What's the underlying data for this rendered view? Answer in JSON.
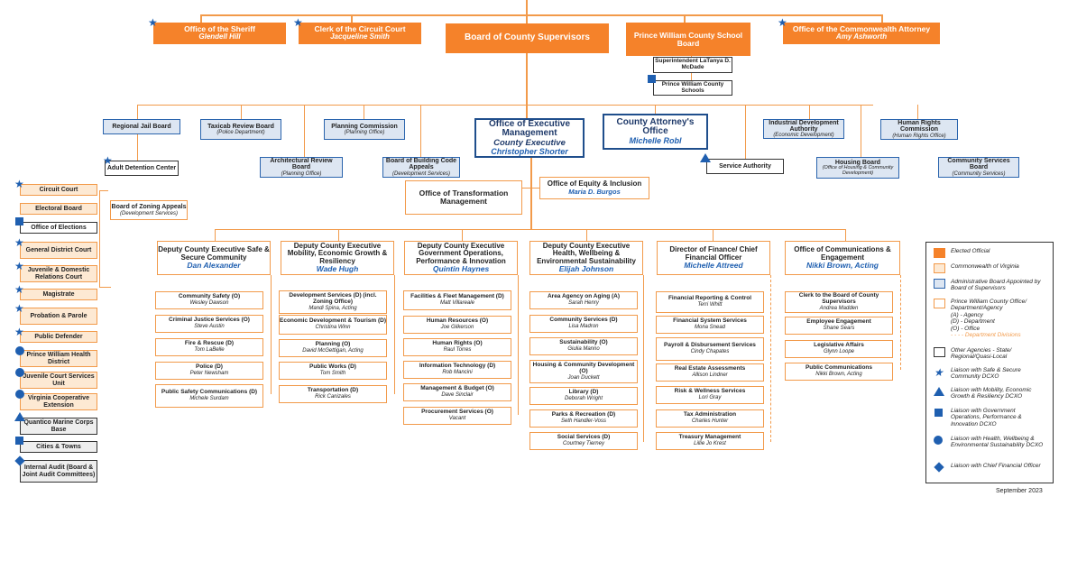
{
  "elected": [
    {
      "name": "Office of the Sheriff",
      "person": "Glendell Hill"
    },
    {
      "name": "Clerk of the Circuit Court",
      "person": "Jacqueline Smith"
    },
    {
      "name": "Board of County Supervisors",
      "person": ""
    },
    {
      "name": "Prince William County School Board",
      "person": ""
    },
    {
      "name": "Office of the Commonwealth Attorney",
      "person": "Amy Ashworth"
    }
  ],
  "school": {
    "superintendent": "Superintendent LaTanya D. McDade",
    "schools": "Prince William County Schools"
  },
  "boards": [
    {
      "name": "Regional Jail Board",
      "sub": ""
    },
    {
      "name": "Taxicab Review Board",
      "sub": "(Police Department)"
    },
    {
      "name": "Architectural Review Board",
      "sub": "(Planning Office)"
    },
    {
      "name": "Planning Commission",
      "sub": "(Planning Office)"
    },
    {
      "name": "Board of Building Code Appeals",
      "sub": "(Development Services)"
    },
    {
      "name": "Industrial Development Authority",
      "sub": "(Economic Development)"
    },
    {
      "name": "Housing Board",
      "sub": "(Office of Housing & Community Development)"
    },
    {
      "name": "Human Rights Commission",
      "sub": "(Human Rights Office)"
    },
    {
      "name": "Community Services Board",
      "sub": "(Community Services)"
    },
    {
      "name": "Board of Zoning Appeals",
      "sub": "(Development Services)"
    }
  ],
  "others": {
    "adult_detention": "Adult Detention Center",
    "service_authority": "Service Authority"
  },
  "oem": {
    "name": "Office of Executive Management",
    "title": "County Executive",
    "person": "Christopher Shorter"
  },
  "attorney": {
    "name": "County Attorney's Office",
    "person": "Michelle Robl"
  },
  "equity": {
    "name": "Office of Equity & Inclusion",
    "person": "Maria D. Burgos"
  },
  "transformation": {
    "name": "Office of Transformation Management"
  },
  "left_column": [
    "Circuit Court",
    "Electoral Board",
    "Office of Elections",
    "General District Court",
    "Juvenile & Domestic Relations Court",
    "Magistrate",
    "Probation & Parole",
    "Public Defender",
    "Prince William Health District",
    "Juvenile Court Services Unit",
    "Virginia Cooperative Extension",
    "Quantico Marine Corps Base",
    "Cities & Towns",
    "Internal Audit (Board & Joint Audit Committees)"
  ],
  "departments": [
    {
      "title": "Deputy County Executive Safe & Secure Community",
      "person": "Dan Alexander",
      "items": [
        {
          "name": "Community Safety (O)",
          "person": "Wesley Dawson"
        },
        {
          "name": "Criminal Justice Services (O)",
          "person": "Steve Austin"
        },
        {
          "name": "Fire & Rescue (D)",
          "person": "Tom LaBelle"
        },
        {
          "name": "Police (D)",
          "person": "Peter Newsham"
        },
        {
          "name": "Public Safety Communications (D)",
          "person": "Michele Surdam"
        }
      ]
    },
    {
      "title": "Deputy County Executive Mobility, Economic Growth & Resiliency",
      "person": "Wade Hugh",
      "items": [
        {
          "name": "Development Services (D) (incl. Zoning Office)",
          "person": "Mandi Spina, Acting"
        },
        {
          "name": "Economic Development & Tourism (D)",
          "person": "Christina Winn"
        },
        {
          "name": "Planning (O)",
          "person": "David McGettigan, Acting"
        },
        {
          "name": "Public Works (D)",
          "person": "Tom Smith"
        },
        {
          "name": "Transportation (D)",
          "person": "Rick Canizales"
        }
      ]
    },
    {
      "title": "Deputy County Executive Government Operations, Performance & Innovation",
      "person": "Quintin Haynes",
      "items": [
        {
          "name": "Facilities & Fleet Management (D)",
          "person": "Matt Villareale"
        },
        {
          "name": "Human Resources (O)",
          "person": "Joe Gilkerson"
        },
        {
          "name": "Human Rights (O)",
          "person": "Raul Torres"
        },
        {
          "name": "Information Technology (D)",
          "person": "Rob Mancini"
        },
        {
          "name": "Management & Budget (O)",
          "person": "Dave Sinclair"
        },
        {
          "name": "Procurement Services (O)",
          "person": "Vacant"
        }
      ]
    },
    {
      "title": "Deputy County Executive Health, Wellbeing & Environmental Sustainability",
      "person": "Elijah Johnson",
      "items": [
        {
          "name": "Area Agency on Aging (A)",
          "person": "Sarah Henry"
        },
        {
          "name": "Community Services (D)",
          "person": "Lisa Madron"
        },
        {
          "name": "Sustainability (O)",
          "person": "Giulia Manno"
        },
        {
          "name": "Housing & Community Development (O)",
          "person": "Joan Duckett"
        },
        {
          "name": "Library (D)",
          "person": "Deborah Wright"
        },
        {
          "name": "Parks & Recreation (D)",
          "person": "Seth Handler-Voss"
        },
        {
          "name": "Social Services (D)",
          "person": "Courtney Tierney"
        }
      ]
    },
    {
      "title": "Director of Finance/ Chief Financial Officer",
      "person": "Michelle Attreed",
      "items": [
        {
          "name": "Financial Reporting & Control",
          "person": "Terri Whitt"
        },
        {
          "name": "Financial System Services",
          "person": "Mona Snead"
        },
        {
          "name": "Payroll & Disbursement Services",
          "person": "Cindy Chapates"
        },
        {
          "name": "Real Estate Assessments",
          "person": "Allison Lindner"
        },
        {
          "name": "Risk & Wellness Services",
          "person": "Lori Gray"
        },
        {
          "name": "Tax Administration",
          "person": "Charles Hunter"
        },
        {
          "name": "Treasury Management",
          "person": "Lillie Jo Krest"
        }
      ]
    },
    {
      "title": "Office of Communications & Engagement",
      "person": "Nikki Brown, Acting",
      "items": [
        {
          "name": "Clerk to the Board of County Supervisors",
          "person": "Andrea Madden"
        },
        {
          "name": "Employee Engagement",
          "person": "Shane Sears"
        },
        {
          "name": "Legislative Affairs",
          "person": "Glynn Loope"
        },
        {
          "name": "Public Communications",
          "person": "Nikki Brown, Acting"
        }
      ]
    }
  ],
  "legend": {
    "elected": "Elected Official",
    "commonwealth": "Commonwealth of Virginia",
    "admin": "Administrative Board Appointed by Board of Supervisors",
    "pwc": "Prince William County Office/ Department/Agency",
    "pwc_a": "(A) - Agency",
    "pwc_d": "(D) - Department",
    "pwc_o": "(O) - Office",
    "pwc_div": "- - - - Department Divisions",
    "other": "Other Agencies - State/ Regional/Quasi-Local",
    "star": "Liaison with Safe & Secure Community DCXO",
    "tri": "Liaison with Mobility, Economic Growth & Resiliency DCXO",
    "sq": "Liaison with Government Operations, Performance & Innovation DCXO",
    "ci": "Liaison with Health, Wellbeing & Environmental Sustainability DCXO",
    "dia": "Liaison with Chief Financial Officer"
  },
  "date": "September 2023",
  "colors": {
    "elected": "#f5822a",
    "commonwealth": "#fde9d3",
    "admin": "#dde6f2",
    "accent_blue": "#1f5fb0",
    "line": "#f29a4a"
  }
}
